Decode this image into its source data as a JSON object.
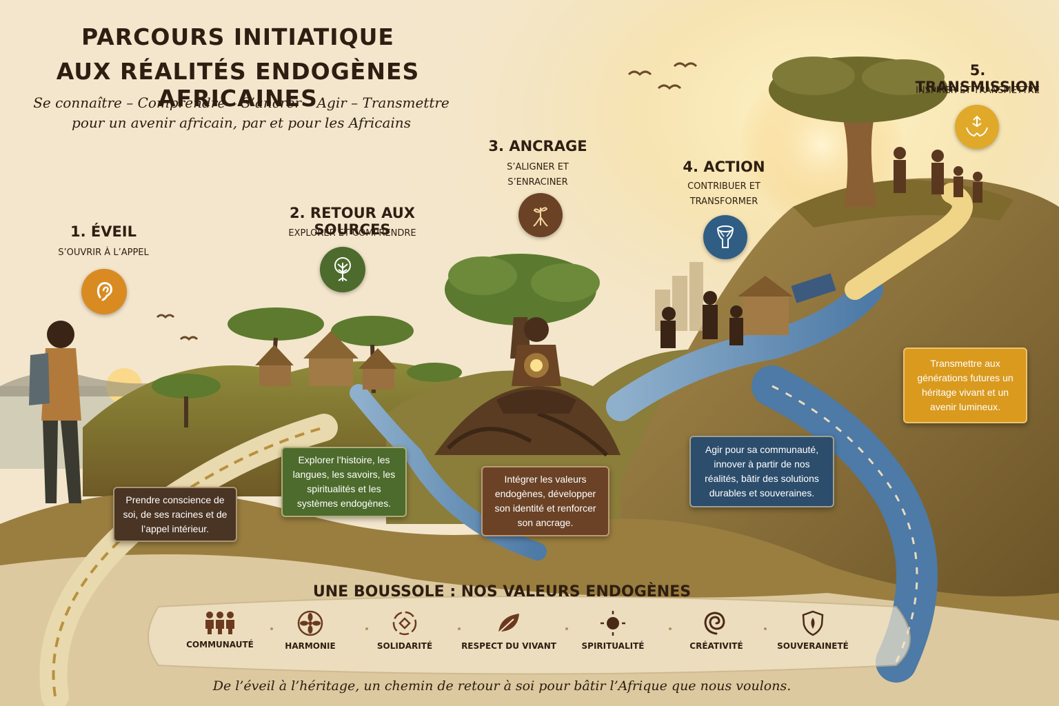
{
  "header": {
    "title_line1": "PARCOURS INITIATIQUE",
    "title_line2": "AUX RÉALITÉS ENDOGÈNES AFRICAINES",
    "subtitle_line1": "Se connaître – Comprendre – S’ancrer – Agir – Transmettre",
    "subtitle_line2": "pour un avenir africain, par et pour les Africains"
  },
  "steps": [
    {
      "title": "1. ÉVEIL",
      "subtitle": "S’OUVRIR À L’APPEL",
      "icon": "ear-icon",
      "color": "#d98b22",
      "card_text": "Prendre conscience de soi, de ses racines et de l’appel intérieur.",
      "card_color": "#4a3424"
    },
    {
      "title": "2. RETOUR AUX SOURCES",
      "subtitle": "EXPLORER ET COMPRENDRE",
      "icon": "tree-icon",
      "color": "#4d6b2c",
      "card_text": "Explorer l’histoire, les langues, les savoirs, les spiritualités et les systèmes endogènes.",
      "card_color": "#4d6b2c"
    },
    {
      "title": "3. ANCRAGE",
      "subtitle_line1": "S’ALIGNER ET",
      "subtitle_line2": "S’ENRACINER",
      "icon": "sprout-icon",
      "color": "#6b4226",
      "card_text": "Intégrer les valeurs endogènes, développer son identité et renforcer son ancrage.",
      "card_color": "#6b4226"
    },
    {
      "title": "4. ACTION",
      "subtitle_line1": "CONTRIBUER ET",
      "subtitle_line2": "TRANSFORMER",
      "icon": "drum-icon",
      "color": "#2f5d84",
      "card_text": "Agir pour sa communauté, innover à partir de nos réalités, bâtir des solutions durables et souveraines.",
      "card_color": "#2c4d6c"
    },
    {
      "title": "5. TRANSMISSION",
      "subtitle": "INSPIRER ET TRANSMETTRE",
      "icon": "hands-icon",
      "color": "#e0a92a",
      "card_text": "Transmettre aux générations futures un héritage vivant et un avenir lumineux.",
      "card_color": "#d99a1e"
    }
  ],
  "values": {
    "title": "UNE BOUSSOLE : NOS VALEURS ENDOGÈNES",
    "items": [
      {
        "label": "COMMUNAUTÉ",
        "icon": "people-icon"
      },
      {
        "label": "HARMONIE",
        "icon": "mandala-icon"
      },
      {
        "label": "SOLIDARITÉ",
        "icon": "circle-link-icon"
      },
      {
        "label": "RESPECT DU VIVANT",
        "icon": "leaf-icon"
      },
      {
        "label": "SPIRITUALITÉ",
        "icon": "radiant-dot-icon"
      },
      {
        "label": "CRÉATIVITÉ",
        "icon": "spiral-icon"
      },
      {
        "label": "SOUVERAINETÉ",
        "icon": "shield-icon"
      }
    ]
  },
  "footer": "De l’éveil à l’héritage, un chemin de retour à soi pour bâtir l’Afrique que nous voulons.",
  "palette": {
    "parchment": "#f3e6cc",
    "ink": "#2e1e12",
    "river": "#5b86b0",
    "earth": "#8a6a2e",
    "sun": "#f6c85a"
  }
}
